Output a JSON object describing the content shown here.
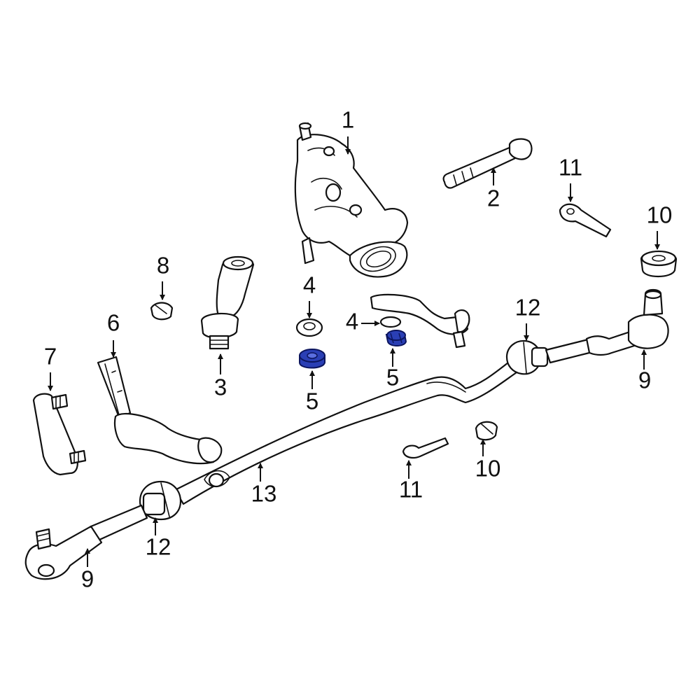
{
  "diagram": {
    "highlight_color": "#2a3fb5",
    "callouts": [
      {
        "id": "c1",
        "label": "1"
      },
      {
        "id": "c2",
        "label": "2"
      },
      {
        "id": "c3",
        "label": "3"
      },
      {
        "id": "c4a",
        "label": "4"
      },
      {
        "id": "c4b",
        "label": "4"
      },
      {
        "id": "c5a",
        "label": "5"
      },
      {
        "id": "c5b",
        "label": "5"
      },
      {
        "id": "c6",
        "label": "6"
      },
      {
        "id": "c7",
        "label": "7"
      },
      {
        "id": "c8",
        "label": "8"
      },
      {
        "id": "c9a",
        "label": "9"
      },
      {
        "id": "c9b",
        "label": "9"
      },
      {
        "id": "c10a",
        "label": "10"
      },
      {
        "id": "c10b",
        "label": "10"
      },
      {
        "id": "c11a",
        "label": "11"
      },
      {
        "id": "c11b",
        "label": "11"
      },
      {
        "id": "c12a",
        "label": "12"
      },
      {
        "id": "c12b",
        "label": "12"
      },
      {
        "id": "c13",
        "label": "13"
      }
    ]
  }
}
